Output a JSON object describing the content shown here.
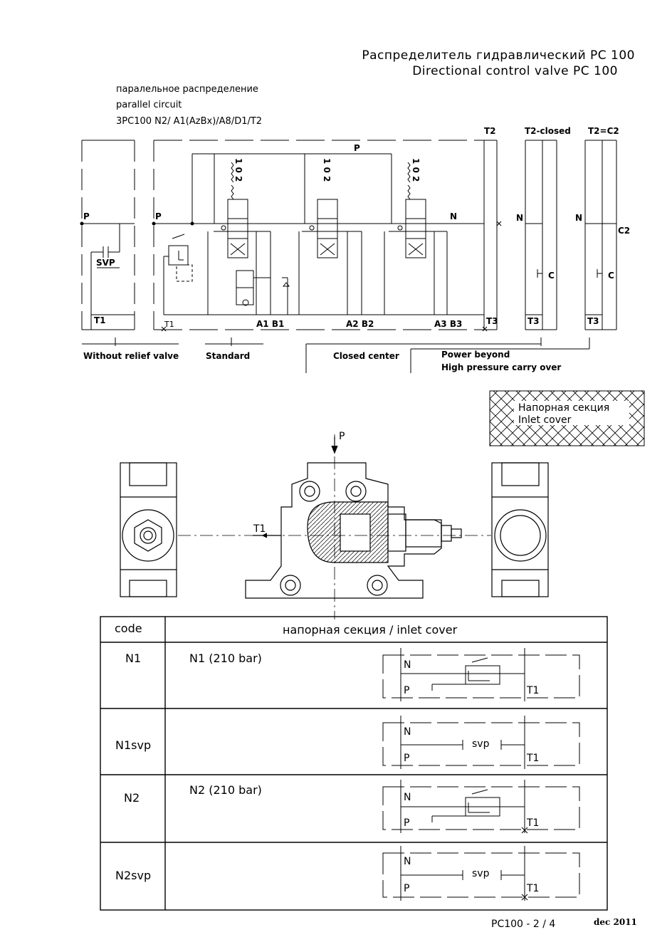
{
  "header": {
    "title_ru": "Распределитель гидравлический РС 100",
    "title_en": "Directional control valve PC 100"
  },
  "circuit": {
    "label_ru": "паралельное распределение",
    "label_en": "parallel circuit",
    "code": "3PC100 N2/ A1(AzBx)/A8/D1/T2"
  },
  "schematic": {
    "ports": {
      "p": "P",
      "t1": "T1",
      "t2": "T2",
      "t3": "T3",
      "n": "N",
      "c": "C",
      "c2": "C2",
      "a1b1": "A1 B1",
      "a2b2": "A2 B2",
      "a3b3": "A3 B3",
      "svp": "SVP",
      "t2_closed": "T2-closed",
      "t2_c2": "T2=C2",
      "spool_pos": "1 0 2"
    },
    "variants": {
      "without_relief": "Without relief valve",
      "standard": "Standard",
      "closed_center": "Closed center",
      "power_beyond_1": "Power beyond",
      "power_beyond_2": "High pressure carry over"
    }
  },
  "legend": {
    "ru": "Напорная секция",
    "en": "Inlet cover"
  },
  "drawing": {
    "p": "P",
    "t1": "T1"
  },
  "table": {
    "header_code": "code",
    "header_desc": "напорная секция / inlet cover",
    "rows": [
      {
        "code": "N1",
        "desc": "N1 (210 bar)",
        "n": "N",
        "p": "P",
        "t1": "T1",
        "svp": ""
      },
      {
        "code": "N1svp",
        "desc": "",
        "n": "N",
        "p": "P",
        "t1": "T1",
        "svp": "svp"
      },
      {
        "code": "N2",
        "desc": "N2 (210 bar)",
        "n": "N",
        "p": "P",
        "t1": "T1",
        "svp": ""
      },
      {
        "code": "N2svp",
        "desc": "",
        "n": "N",
        "p": "P",
        "t1": "T1",
        "svp": "svp"
      }
    ]
  },
  "footer": {
    "page": "PC100 - 2 / 4",
    "date": "dec 2011"
  }
}
